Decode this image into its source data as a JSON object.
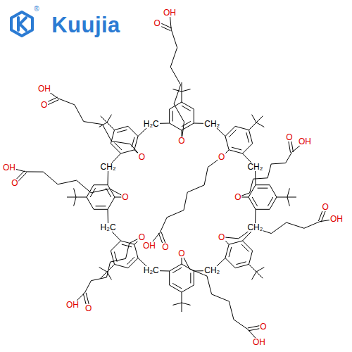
{
  "diagram": {
    "labels": [
      "Kuujia",
      "®",
      "O",
      "CH₂",
      "O",
      "OH",
      "O",
      "CH₂",
      "O",
      "OH",
      "O",
      "CH₂",
      "O",
      "OH",
      "O",
      "CH₂",
      "O",
      "OH",
      "O",
      "H₂C",
      "O",
      "OH",
      "O",
      "H₂C",
      "O",
      "OH",
      "O",
      "CH₂",
      "O",
      "OH",
      "O",
      "H₂C",
      "O",
      "OH"
    ]
  }
}
